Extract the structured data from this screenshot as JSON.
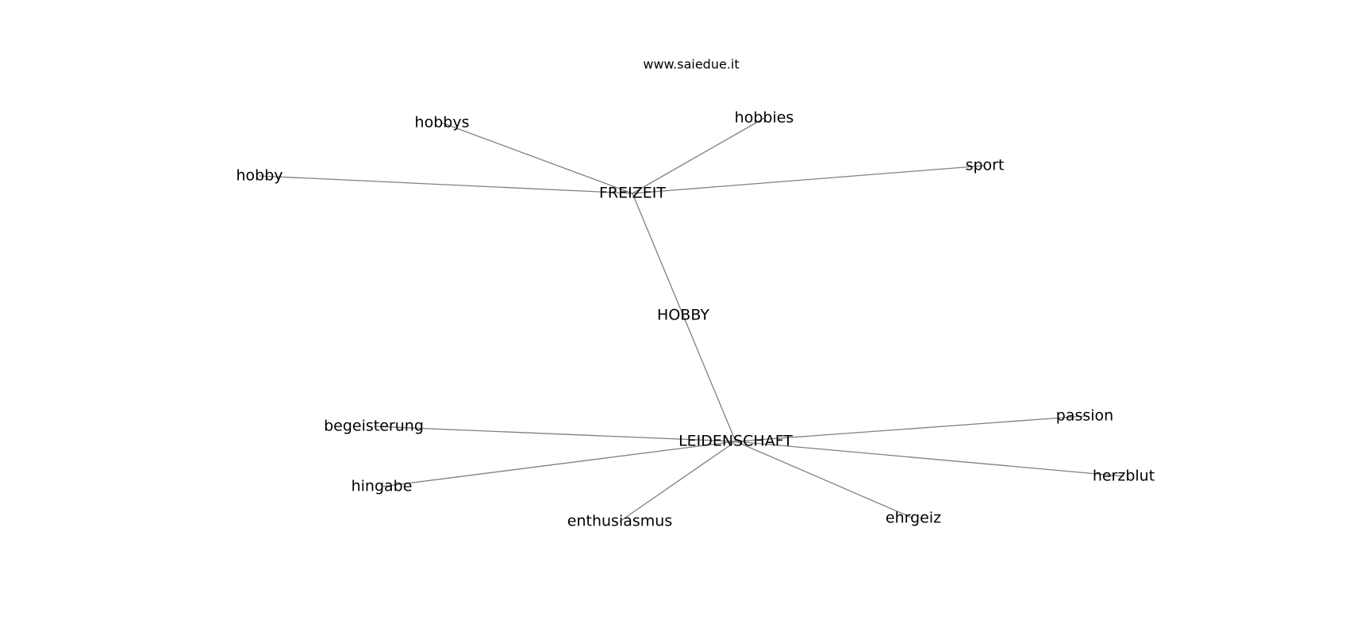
{
  "diagram": {
    "source": "www.saiedue.it",
    "nodes": [
      {
        "id": "hobby_center",
        "label": "HOBBY"
      },
      {
        "id": "freizeit",
        "label": "FREIZEIT"
      },
      {
        "id": "leidenschaft",
        "label": "LEIDENSCHAFT"
      },
      {
        "id": "hobbys",
        "label": "hobbys"
      },
      {
        "id": "hobbies",
        "label": "hobbies"
      },
      {
        "id": "hobby",
        "label": "hobby"
      },
      {
        "id": "sport",
        "label": "sport"
      },
      {
        "id": "begeisterung",
        "label": "begeisterung"
      },
      {
        "id": "hingabe",
        "label": "hingabe"
      },
      {
        "id": "enthusiasmus",
        "label": "enthusiasmus"
      },
      {
        "id": "ehrgeiz",
        "label": "ehrgeiz"
      },
      {
        "id": "passion",
        "label": "passion"
      },
      {
        "id": "herzblut",
        "label": "herzblut"
      }
    ],
    "edges": [
      [
        "freizeit",
        "leidenschaft"
      ],
      [
        "freizeit",
        "hobbys"
      ],
      [
        "freizeit",
        "hobbies"
      ],
      [
        "freizeit",
        "hobby"
      ],
      [
        "freizeit",
        "sport"
      ],
      [
        "leidenschaft",
        "begeisterung"
      ],
      [
        "leidenschaft",
        "hingabe"
      ],
      [
        "leidenschaft",
        "enthusiasmus"
      ],
      [
        "leidenschaft",
        "ehrgeiz"
      ],
      [
        "leidenschaft",
        "passion"
      ],
      [
        "leidenschaft",
        "herzblut"
      ]
    ]
  }
}
